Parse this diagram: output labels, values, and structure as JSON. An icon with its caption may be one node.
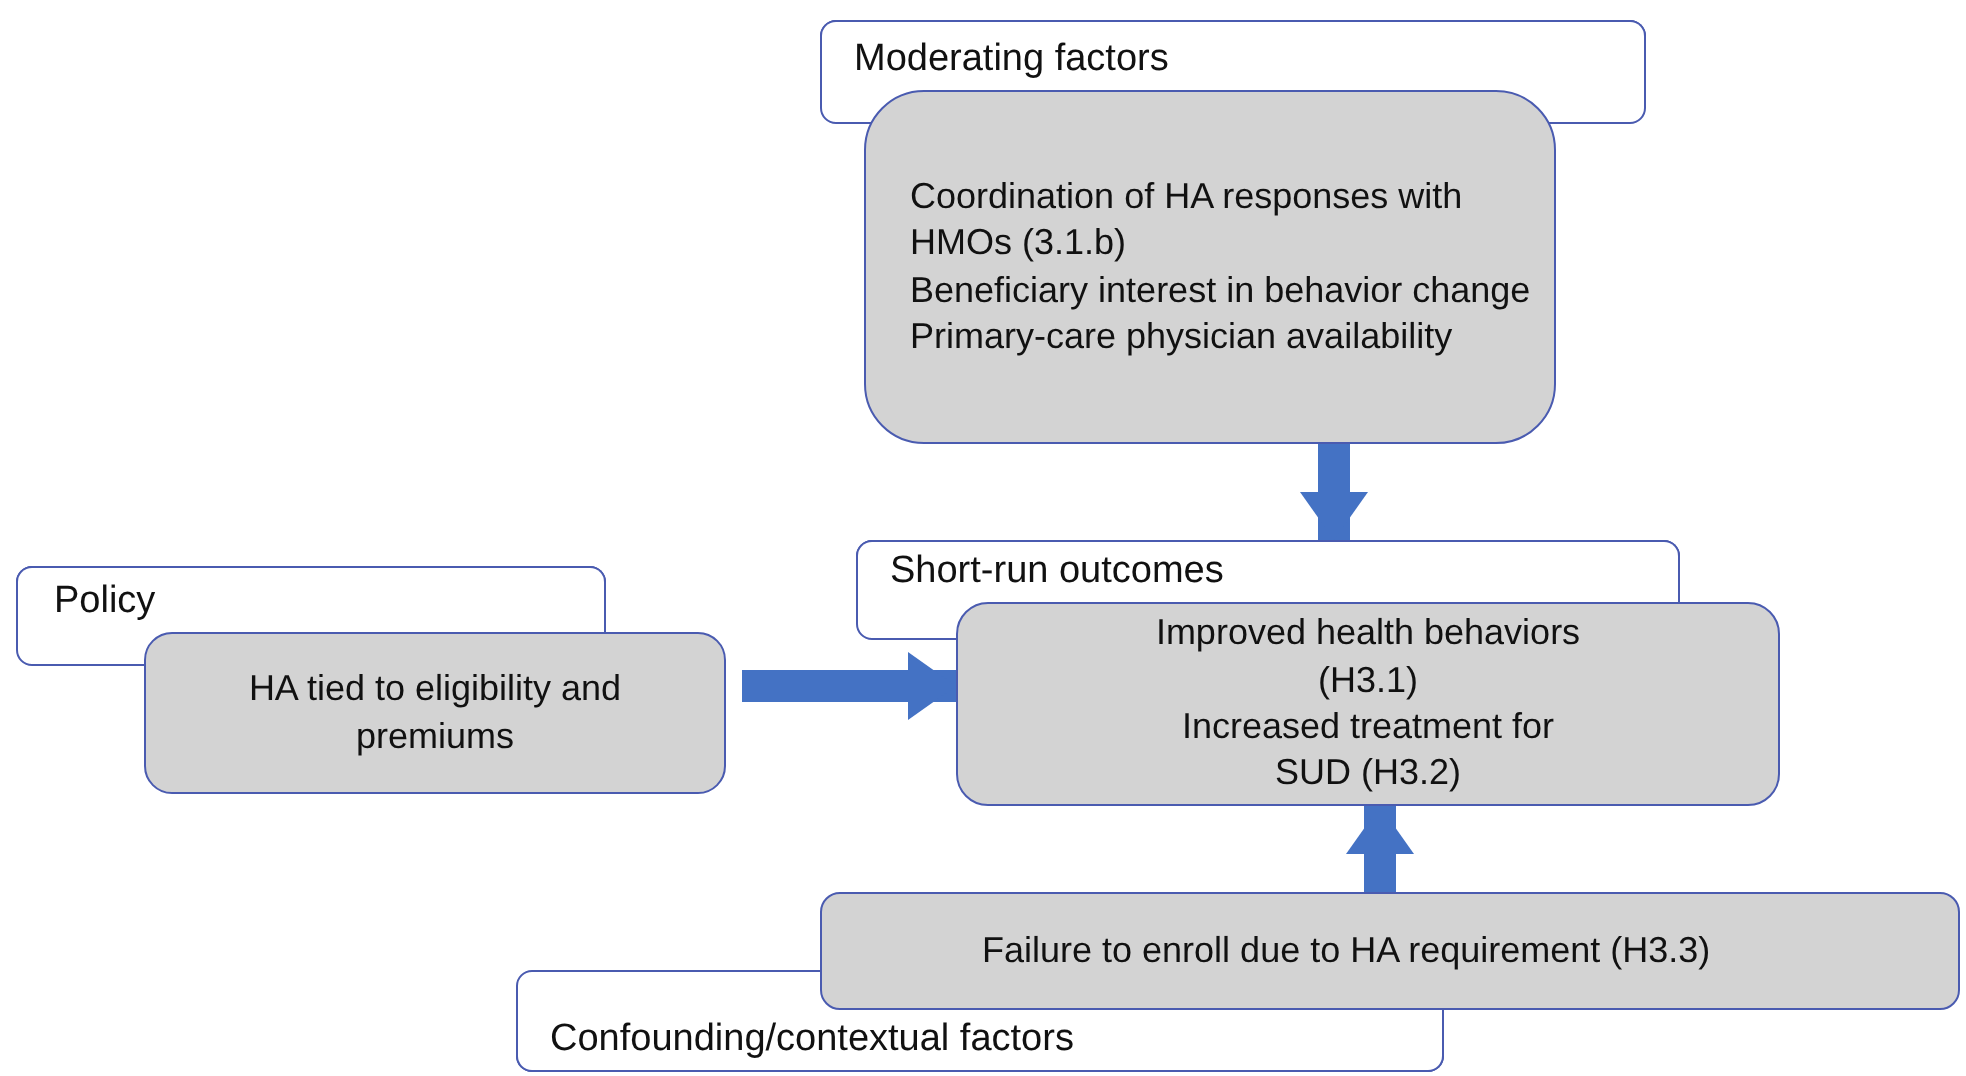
{
  "diagram": {
    "nodes": [
      {
        "text": [
          "Moderating factors"
        ]
      },
      {
        "text": [
          "Coordination of HA responses with HMOs (3.1.b)",
          "Beneficiary interest in behavior change",
          "Primary-care physician availability"
        ]
      },
      {
        "text": [
          "Policy"
        ]
      },
      {
        "text": [
          "HA tied to eligibility and premiums"
        ]
      },
      {
        "text": [
          "Short-run outcomes"
        ]
      },
      {
        "text": [
          "Improved health behaviors (H3.1)",
          "Increased treatment for SUD (H3.2)"
        ]
      },
      {
        "text": [
          "Failure to enroll due to HA requirement (H3.3)"
        ]
      },
      {
        "text": [
          "Confounding/contextual factors"
        ]
      }
    ],
    "edges": [
      {
        "from": 1,
        "to": 4,
        "arrow": "to"
      },
      {
        "from": 3,
        "to": 5,
        "arrow": "to"
      },
      {
        "from": 6,
        "to": 5,
        "arrow": "to"
      }
    ]
  }
}
